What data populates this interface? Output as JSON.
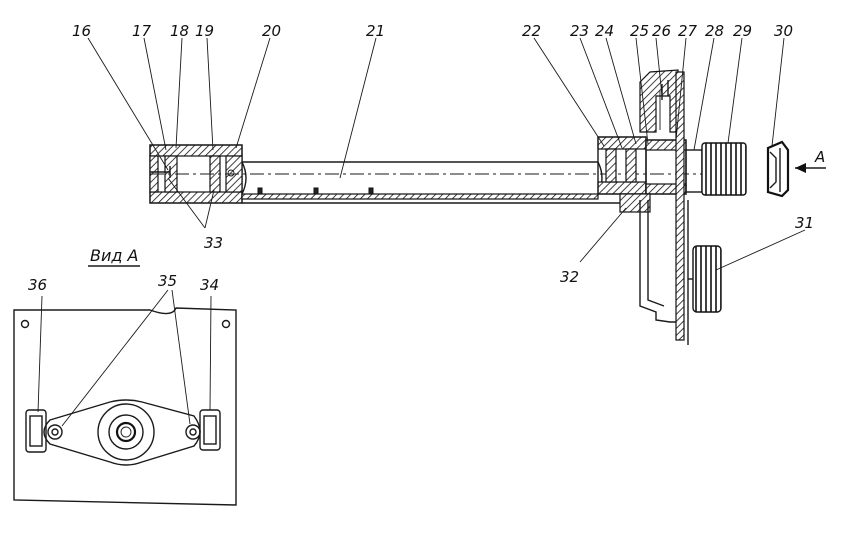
{
  "drawing": {
    "callouts": [
      "16",
      "17",
      "18",
      "19",
      "20",
      "21",
      "22",
      "23",
      "24",
      "25",
      "26",
      "27",
      "28",
      "29",
      "30",
      "31",
      "32",
      "33",
      "34",
      "35",
      "36"
    ],
    "view_arrow_label": "A",
    "view_title": "Вид А"
  }
}
